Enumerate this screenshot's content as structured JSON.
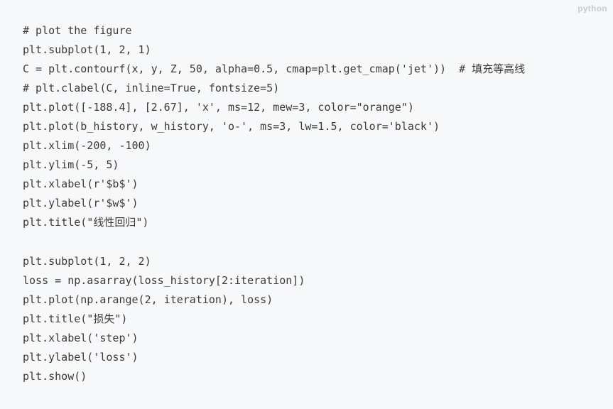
{
  "language_label": "python",
  "code_lines": [
    "# plot the figure",
    "plt.subplot(1, 2, 1)",
    "C = plt.contourf(x, y, Z, 50, alpha=0.5, cmap=plt.get_cmap('jet'))  # 填充等高线",
    "# plt.clabel(C, inline=True, fontsize=5)",
    "plt.plot([-188.4], [2.67], 'x', ms=12, mew=3, color=\"orange\")",
    "plt.plot(b_history, w_history, 'o-', ms=3, lw=1.5, color='black')",
    "plt.xlim(-200, -100)",
    "plt.ylim(-5, 5)",
    "plt.xlabel(r'$b$')",
    "plt.ylabel(r'$w$')",
    "plt.title(\"线性回归\")",
    "",
    "plt.subplot(1, 2, 2)",
    "loss = np.asarray(loss_history[2:iteration])",
    "plt.plot(np.arange(2, iteration), loss)",
    "plt.title(\"损失\")",
    "plt.xlabel('step')",
    "plt.ylabel('loss')",
    "plt.show()"
  ]
}
